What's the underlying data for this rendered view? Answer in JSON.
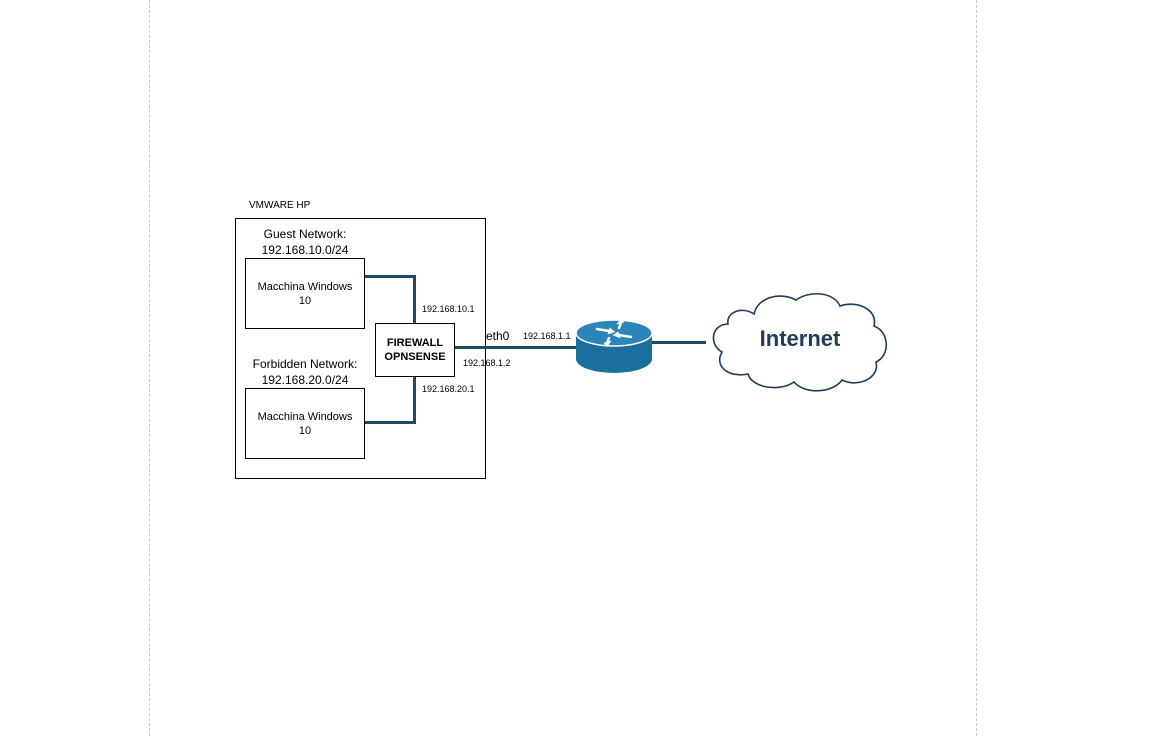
{
  "container": {
    "label": "VMWARE HP"
  },
  "guest_network": {
    "title": "Guest Network:",
    "subnet": "192.168.10.0/24",
    "machine": {
      "line1": "Macchina Windows",
      "line2": "10"
    },
    "gateway_ip": "192.168.10.1"
  },
  "forbidden_network": {
    "title": "Forbidden Network:",
    "subnet": "192.168.20.0/24",
    "machine": {
      "line1": "Macchina Windows",
      "line2": "10"
    },
    "gateway_ip": "192.168.20.1"
  },
  "firewall": {
    "line1": "FIREWALL",
    "line2": "OPNSENSE",
    "wan_interface": "eth0",
    "wan_ip": "192.168.1.2"
  },
  "router": {
    "icon": "router-icon",
    "ip": "192.168.1.1",
    "color": "#1a6f9d"
  },
  "internet": {
    "icon": "cloud-icon",
    "label": "Internet",
    "text_color": "#1f3d5a"
  },
  "colors": {
    "link": "#1f4965",
    "guide": "#c8c8c8"
  }
}
